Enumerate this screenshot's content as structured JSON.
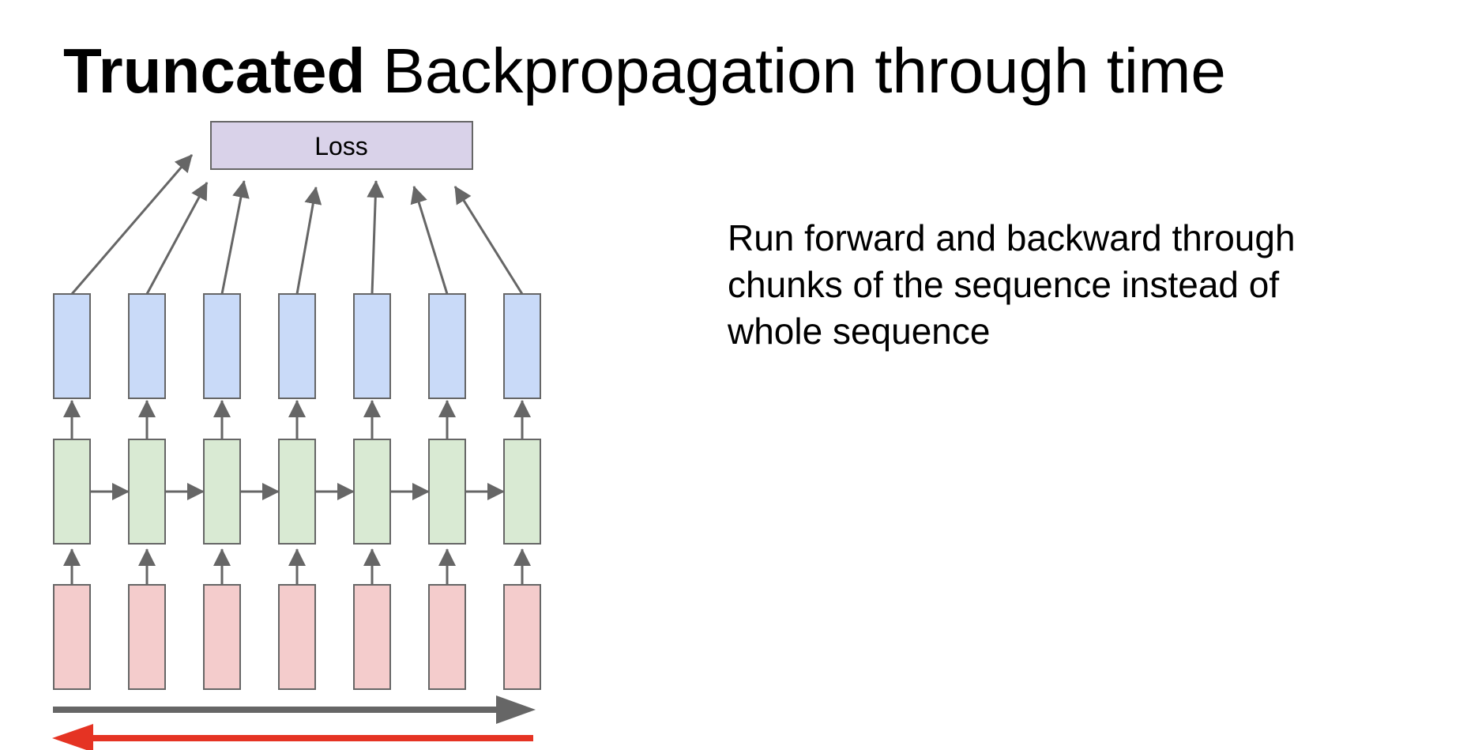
{
  "title": {
    "bold": "Truncated",
    "rest": " Backpropagation through time"
  },
  "loss_label": "Loss",
  "description": "Run forward and backward through chunks of the sequence instead of whole sequence",
  "colors": {
    "loss_fill": "#d9d2e9",
    "output_fill": "#c9daf8",
    "hidden_fill": "#d9ead3",
    "input_fill": "#f4cccc",
    "stroke": "#666666",
    "arrow": "#666666",
    "forward_arrow": "#666666",
    "backward_arrow": "#e53323"
  }
}
